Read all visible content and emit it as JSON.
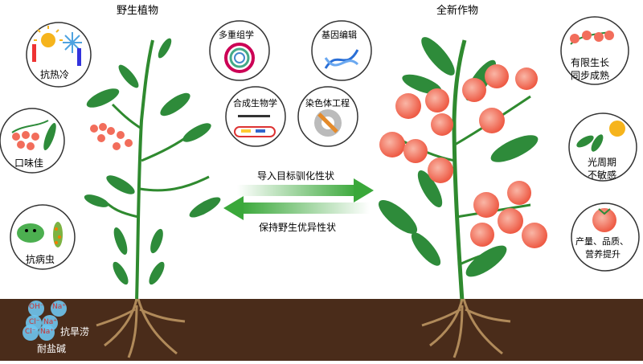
{
  "titles": {
    "wild": "野生植物",
    "new": "全新作物"
  },
  "traits_wild": [
    {
      "label": "抗热冷",
      "icon": "sun-snowflake-icon"
    },
    {
      "label": "口味佳",
      "icon": "small-fruit-icon"
    },
    {
      "label": "抗病虫",
      "icon": "insect-icon"
    }
  ],
  "soil_labels": {
    "line1": "抗旱涝",
    "line2": "耐盐碱",
    "ions": [
      "OH⁻",
      "Na⁺",
      "Cl⁻",
      "Na⁺",
      "Cl⁻",
      "Na⁺"
    ]
  },
  "techniques": [
    {
      "label": "多重组学",
      "icon": "omics-circle-icon"
    },
    {
      "label": "基因编辑",
      "icon": "dna-edit-icon"
    },
    {
      "label": "合成生物学",
      "icon": "synthetic-circuit-icon"
    },
    {
      "label": "染色体工程",
      "icon": "chromosome-gear-icon"
    }
  ],
  "arrows": {
    "forward": "导入目标驯化性状",
    "backward": "保持野生优异性状"
  },
  "traits_new": [
    {
      "line1": "有限生长",
      "line2": "同步成熟",
      "icon": "fruit-branch-icon"
    },
    {
      "line1": "光周期",
      "line2": "不敏感",
      "icon": "sun-leaf-icon"
    },
    {
      "line1": "产量、品质、",
      "line2": "营养提升",
      "icon": "tomato-icon"
    }
  ],
  "colors": {
    "soil": "#4a2c1a",
    "stem": "#2f8a2f",
    "leaf": "#2e8b3a",
    "fruit": "#f26d5b",
    "root": "#b08a5a",
    "arrow_green": "#3aa83a"
  }
}
